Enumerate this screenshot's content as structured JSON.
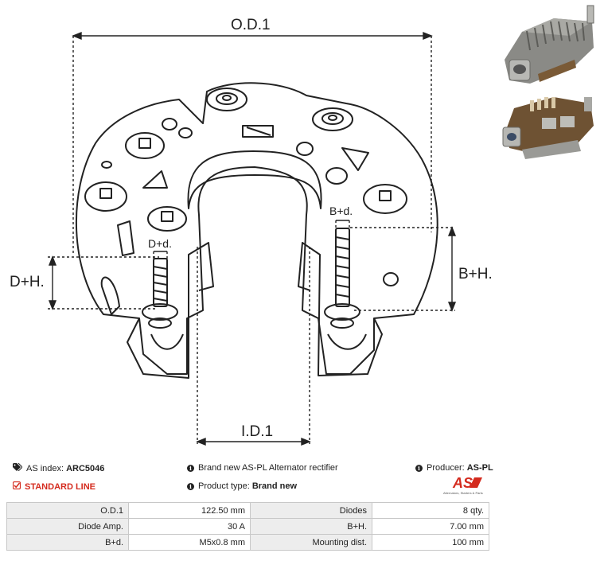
{
  "drawing": {
    "od_label": "O.D.1",
    "id_label": "I.D.1",
    "dh_label": "D+H.",
    "bh_label": "B+H.",
    "dd_label": "D+d.",
    "bd_label": "B+d."
  },
  "info": {
    "as_index_label": "AS index:",
    "as_index_value": "ARC5046",
    "description": "Brand new AS-PL Alternator rectifier",
    "producer_label": "Producer:",
    "producer_value": "AS-PL",
    "standard_line": "STANDARD LINE",
    "product_type_label": "Product type:",
    "product_type_value": "Brand new"
  },
  "logo": {
    "mark": "AS",
    "tagline": "Alternators, Starters & Parts",
    "color": "#d42b1e"
  },
  "specs": [
    [
      "O.D.1",
      "122.50 mm",
      "Diodes",
      "8 qty."
    ],
    [
      "Diode Amp.",
      "30 A",
      "B+H.",
      "7.00 mm"
    ],
    [
      "B+d.",
      "M5x0.8 mm",
      "Mounting dist.",
      "100 mm"
    ]
  ]
}
